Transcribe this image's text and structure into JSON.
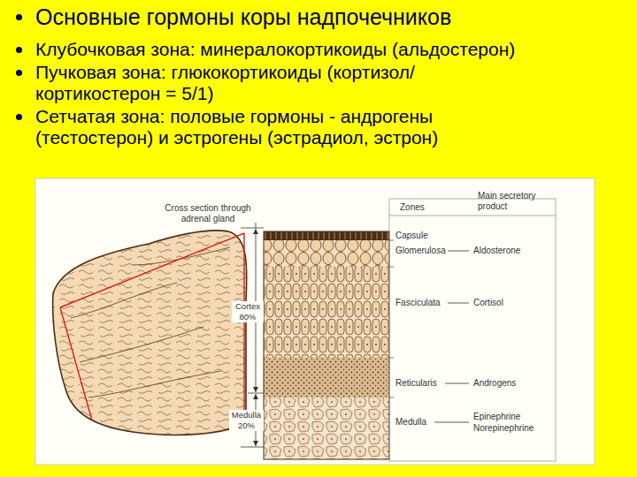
{
  "diagram": {
    "title": "Основные гормоны коры надпочечников",
    "labels": [
      "Клубочковая зона: минералокортикоиды (альдостерон)",
      "Пучковая зона: глюкокортикоиды (кортизол/кортикостерон = 5/1)",
      "Сетчатая зона: половые гормоны - андрогены (тестостерон) и эстрогены (эстрадиол, эстрон)",
      "Cross section through adrenal gland",
      "Cortex 80%",
      "Medulla 20%",
      "Zones",
      "Main secretory product",
      "Capsule",
      "Glomerulosa",
      "Aldosterone",
      "Fasciculata",
      "Cortisol",
      "Reticularis",
      "Androgens",
      "Medulla",
      "Epinephrine",
      "Norepinephrine"
    ]
  }
}
